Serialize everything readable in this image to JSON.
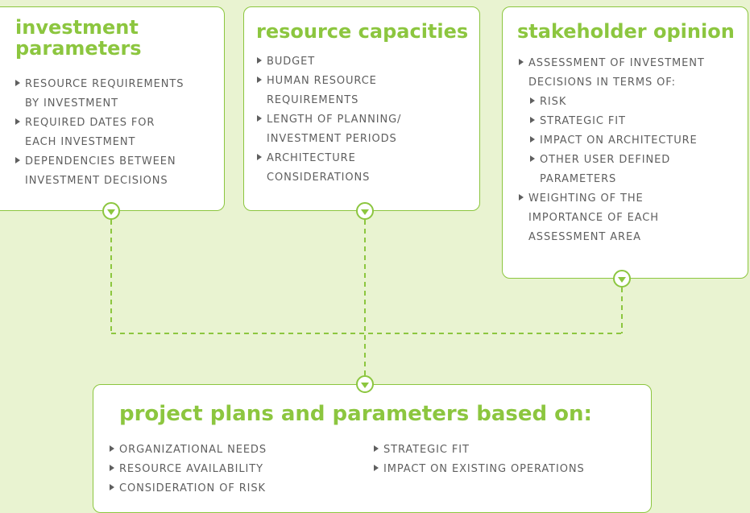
{
  "boxes": {
    "investment": {
      "title_line1": "investment",
      "title_line2": "parameters",
      "items": [
        [
          "RESOURCE REQUIREMENTS",
          "BY INVESTMENT"
        ],
        [
          "REQUIRED DATES FOR",
          "EACH INVESTMENT"
        ],
        [
          "DEPENDENCIES BETWEEN",
          "INVESTMENT DECISIONS"
        ]
      ]
    },
    "resource": {
      "title": "resource capacities",
      "items": [
        [
          "BUDGET"
        ],
        [
          "HUMAN RESOURCE",
          "REQUIREMENTS"
        ],
        [
          "LENGTH OF PLANNING/",
          "INVESTMENT PERIODS"
        ],
        [
          "ARCHITECTURE",
          "CONSIDERATIONS"
        ]
      ]
    },
    "stakeholder": {
      "title": "stakeholder opinion",
      "item1": [
        "ASSESSMENT OF INVESTMENT",
        "DECISIONS IN TERMS OF:"
      ],
      "sub_items": [
        [
          "RISK"
        ],
        [
          "STRATEGIC FIT"
        ],
        [
          "IMPACT ON ARCHITECTURE"
        ],
        [
          "OTHER USER DEFINED",
          "PARAMETERS"
        ]
      ],
      "item2": [
        "WEIGHTING OF THE",
        "IMPORTANCE OF  EACH",
        "ASSESSMENT AREA"
      ]
    },
    "project": {
      "title": "project plans and parameters based on:",
      "left_items": [
        "ORGANIZATIONAL NEEDS",
        "RESOURCE AVAILABILITY",
        "CONSIDERATION OF RISK"
      ],
      "right_items": [
        "STRATEGIC FIT",
        "IMPACT ON EXISTING OPERATIONS"
      ]
    }
  },
  "colors": {
    "accent": "#8cc63f",
    "text": "#5f5f5f",
    "background": "#e9f3d1"
  },
  "icons": {
    "connector": "chevron-down-circle-icon",
    "bullet": "triangle-right-icon"
  }
}
